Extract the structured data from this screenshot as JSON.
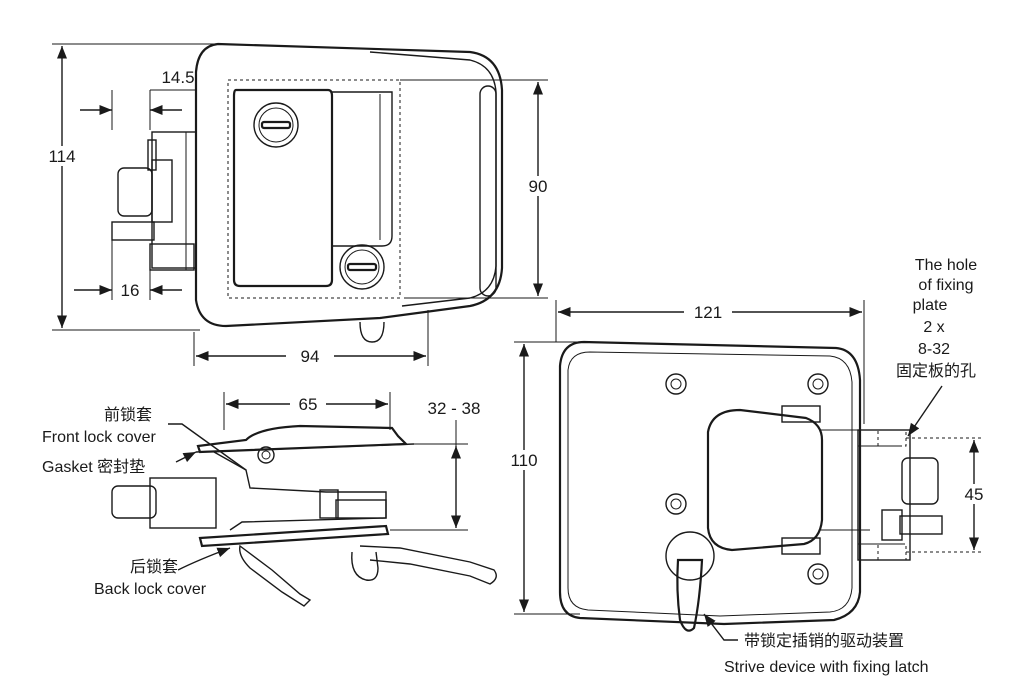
{
  "dimensions": {
    "front_height": "114",
    "front_offset_top": "14.5",
    "front_inner_height": "90",
    "front_offset_bottom": "16",
    "front_width": "94",
    "side_width": "65",
    "side_door_range": "32 - 38",
    "back_width": "121",
    "back_height": "110",
    "back_hole_spacing": "45"
  },
  "labels": {
    "front_cover_cn": "前锁套",
    "front_cover_en": "Front lock cover",
    "gasket": "Gasket 密封垫",
    "back_cover_cn": "后锁套",
    "back_cover_en": "Back lock cover",
    "fixing_hole_line1": "The hole",
    "fixing_hole_line2": "of fixing",
    "fixing_hole_line3": "plate",
    "fixing_hole_line4": "2 x",
    "fixing_hole_line5": "8-32",
    "fixing_hole_cn": "固定板的孔",
    "strive_cn": "带锁定插销的驱动装置",
    "strive_en": "Strive device with fixing latch"
  }
}
